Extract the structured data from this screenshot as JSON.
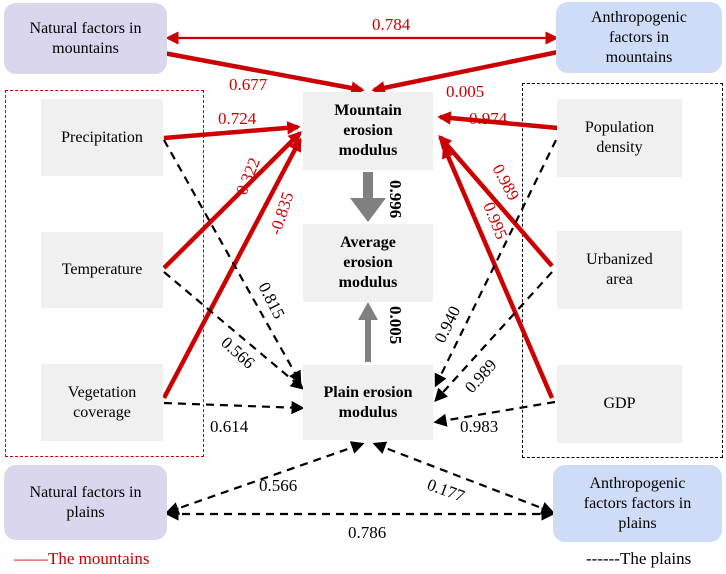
{
  "colors": {
    "mountains": "#cc0000",
    "plains": "#000000",
    "gray_arrow": "#808080"
  },
  "nodes": {
    "natural_mountains": "Natural factors in\nmountains",
    "anthropogenic_mountains": "Anthropogenic\nfactors in\nmountains",
    "mountain_erosion": "Mountain\nerosion\nmodulus",
    "average_erosion": "Average\nerosion\nmodulus",
    "plain_erosion": "Plain erosion\nmodulus",
    "precipitation": "Precipitation",
    "temperature": "Temperature",
    "vegetation": "Vegetation\ncoverage",
    "population_density": "Population\ndensity",
    "urbanized_area": "Urbanized\narea",
    "gdp": "GDP",
    "natural_plains": "Natural factors in\nplains",
    "anthropogenic_plains": "Anthropogenic\nfactors factors in\nplains"
  },
  "coefficients": {
    "nat_anthro_mountains": "0.784",
    "nat_mountains_to_mountain": "0.677",
    "anthro_mountains_to_mountain": "0.005",
    "precip_mountain": "0.724",
    "temp_mountain": "0.322",
    "veg_mountain": "-0.835",
    "pop_mountain": "0.974",
    "urban_mountain": "0.989",
    "gdp_mountain": "0.995",
    "mountain_average": "0.996",
    "plain_average": "0.005",
    "precip_plain": "0.815",
    "temp_plain": "0.566",
    "veg_plain": "0.614",
    "pop_plain": "0.940",
    "urban_plain": "0.989",
    "gdp_plain": "0.983",
    "nat_plains_plain": "0.566",
    "anthro_plains_plain": "0.177",
    "nat_anthro_plains": "0.786"
  },
  "legend": {
    "mountains": "——The mountains",
    "plains": "------The plains"
  }
}
